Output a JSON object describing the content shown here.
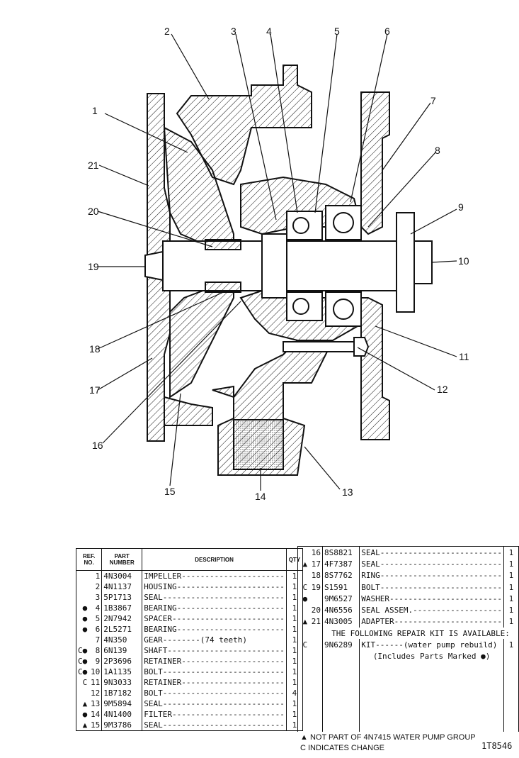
{
  "callouts": [
    "1",
    "2",
    "3",
    "4",
    "5",
    "6",
    "7",
    "8",
    "9",
    "10",
    "11",
    "12",
    "13",
    "14",
    "15",
    "16",
    "17",
    "18",
    "19",
    "20",
    "21"
  ],
  "table_left": {
    "headers": {
      "ref_no": "REF. NO.",
      "part_number": "PART NUMBER",
      "description": "DESCRIPTION",
      "qty": "QTY"
    },
    "rows": [
      {
        "mark": "",
        "ref": "1",
        "part": "4N3004",
        "desc": "IMPELLER",
        "qty": "1"
      },
      {
        "mark": "",
        "ref": "2",
        "part": "4N1137",
        "desc": "HOUSING",
        "qty": "1"
      },
      {
        "mark": "",
        "ref": "3",
        "part": "5P1713",
        "desc": "SEAL",
        "qty": "1"
      },
      {
        "mark": "●",
        "ref": "4",
        "part": "1B3867",
        "desc": "BEARING",
        "qty": "1"
      },
      {
        "mark": "●",
        "ref": "5",
        "part": "2N7942",
        "desc": "SPACER",
        "qty": "1"
      },
      {
        "mark": "●",
        "ref": "6",
        "part": "2L5271",
        "desc": "BEARING",
        "qty": "1"
      },
      {
        "mark": "",
        "ref": "7",
        "part": "4N350",
        "desc": "GEAR--------(74 teeth)",
        "qty": "1"
      },
      {
        "mark": "C●",
        "ref": "8",
        "part": "6N139",
        "desc": "SHAFT",
        "qty": "1"
      },
      {
        "mark": "C●",
        "ref": "9",
        "part": "2P3696",
        "desc": "RETAINER",
        "qty": "1"
      },
      {
        "mark": "C●",
        "ref": "10",
        "part": "1A1135",
        "desc": "BOLT",
        "qty": "1"
      },
      {
        "mark": "C",
        "ref": "11",
        "part": "9N3033",
        "desc": "RETAINER",
        "qty": "1"
      },
      {
        "mark": "",
        "ref": "12",
        "part": "1B7182",
        "desc": "BOLT",
        "qty": "4"
      },
      {
        "mark": "▲",
        "ref": "13",
        "part": "9M5894",
        "desc": "SEAL",
        "qty": "1"
      },
      {
        "mark": "●",
        "ref": "14",
        "part": "4N1400",
        "desc": "FILTER",
        "qty": "1"
      },
      {
        "mark": "▲",
        "ref": "15",
        "part": "9M3786",
        "desc": "SEAL",
        "qty": "1"
      }
    ]
  },
  "table_right": {
    "rows": [
      {
        "mark": "",
        "ref": "16",
        "part": "8S8821",
        "desc": "SEAL",
        "qty": "1"
      },
      {
        "mark": "▲",
        "ref": "17",
        "part": "4F7387",
        "desc": "SEAL",
        "qty": "1"
      },
      {
        "mark": "",
        "ref": "18",
        "part": "8S7762",
        "desc": "RING",
        "qty": "1"
      },
      {
        "mark": "C",
        "ref": "19",
        "part": "S1591",
        "desc": "BOLT",
        "qty": "1"
      },
      {
        "mark": "●",
        "ref": "",
        "part": "9M6527",
        "desc": "WASHER",
        "qty": "1"
      },
      {
        "mark": "",
        "ref": "20",
        "part": "4N6556",
        "desc": "SEAL ASSEM.",
        "qty": "1"
      },
      {
        "mark": "▲",
        "ref": "21",
        "part": "4N3005",
        "desc": "ADAPTER",
        "qty": "1"
      }
    ],
    "kit_heading": "THE FOLLOWING REPAIR KIT IS AVAILABLE:",
    "kit_mark": "C",
    "kit_part": "9N6289",
    "kit_desc": "KIT------(water pump rebuild)",
    "kit_qty": "1",
    "kit_note": "(Includes Parts Marked ●)"
  },
  "footnotes": {
    "not_part": "▲ NOT PART OF 4N7415  WATER PUMP GROUP",
    "change": "C  INDICATES CHANGE"
  },
  "figure_number": "1T8546"
}
